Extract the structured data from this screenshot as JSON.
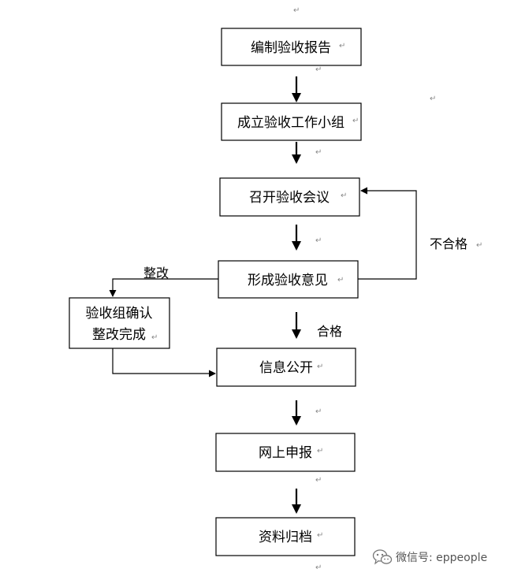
{
  "boxes": {
    "compile_report": "编制验收报告",
    "form_team": "成立验收工作小组",
    "hold_meeting": "召开验收会议",
    "form_opinion": "形成验收意见",
    "confirm_rectification": [
      "验收组确认",
      "整改完成"
    ],
    "publicize": "信息公开",
    "online_report": "网上申报",
    "archive": "资料归档"
  },
  "labels": {
    "rectify": "整改",
    "fail": "不合格",
    "pass": "合格"
  },
  "watermark": {
    "text": "微信号: eppeople",
    "icon": "wechat-icon"
  }
}
